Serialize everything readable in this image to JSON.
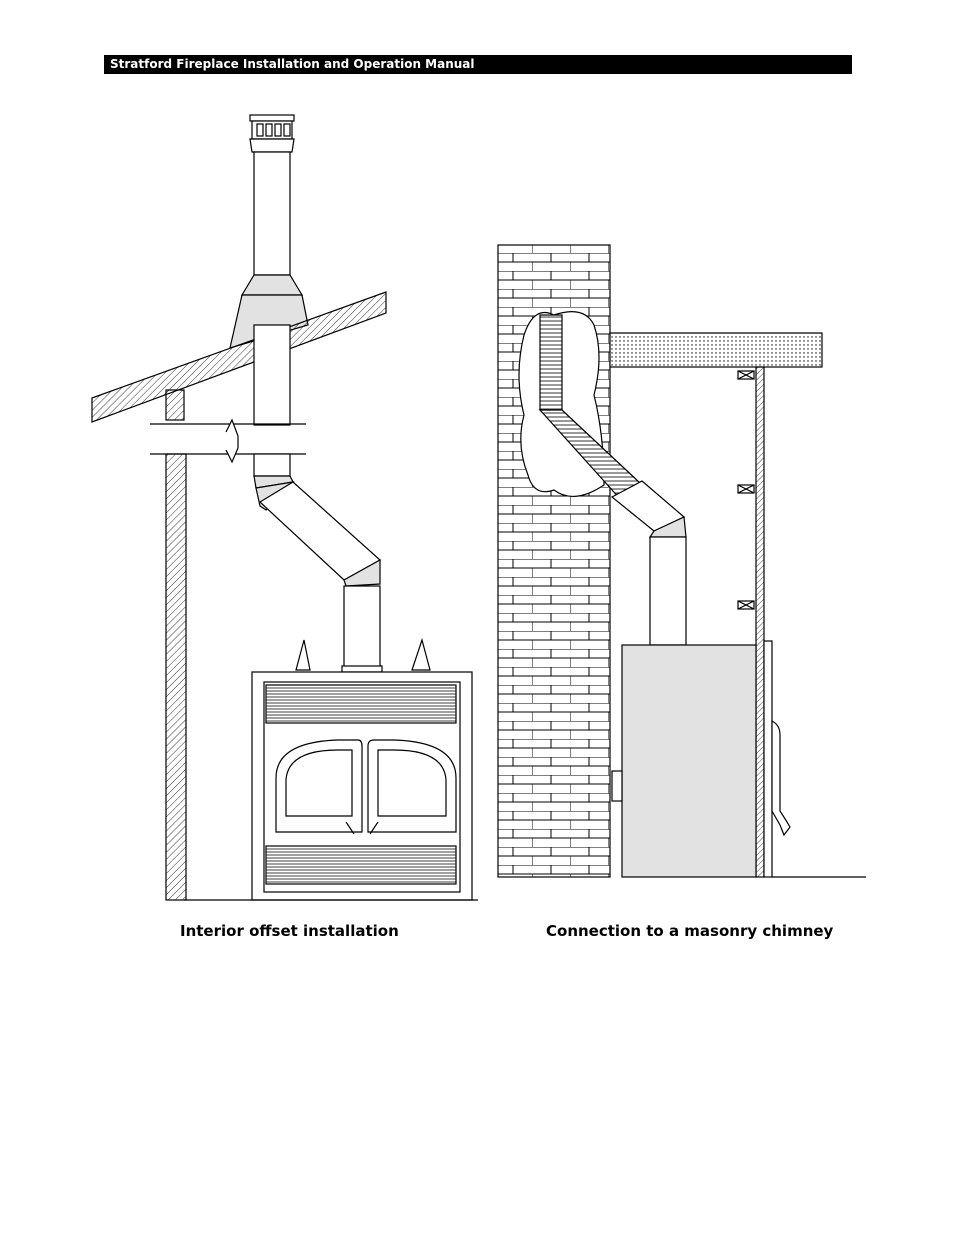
{
  "header": {
    "title": "Stratford Fireplace Installation and Operation Manual"
  },
  "figures": [
    {
      "caption": "Interior offset installation"
    },
    {
      "caption": "Connection to a masonry chimney"
    }
  ],
  "colors": {
    "ink": "#000000",
    "fill_gray": "#e2e2e2",
    "paper": "#ffffff"
  }
}
